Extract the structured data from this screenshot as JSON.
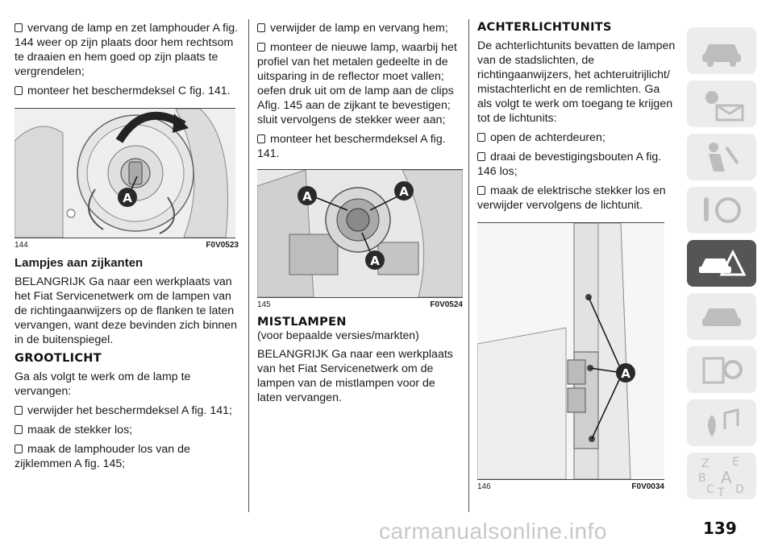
{
  "col1": {
    "p1": "vervang de lamp en zet lamphouder A fig. 144 weer op zijn plaats door hem rechtsom te draaien en hem goed op zijn plaats te vergrendelen;",
    "p2": "monteer het beschermdeksel C fig. 141.",
    "fig": {
      "num": "144",
      "code": "F0V0523",
      "label": "A"
    },
    "h_side": "Lampjes aan zijkanten",
    "p3": "BELANGRIJK Ga naar een werkplaats van het Fiat Servicenetwerk om de lampen van de richtingaanwijzers op de flanken te laten vervangen, want deze bevinden zich binnen in de buitenspiegel.",
    "h_high": "GROOTLICHT",
    "p4": "Ga als volgt te werk om de lamp te vervangen:",
    "b1": "verwijder het beschermdeksel A fig. 141;",
    "b2": "maak de stekker los;",
    "b3": "maak de lamphouder los van de zijklemmen A fig. 145;"
  },
  "col2": {
    "b1": "verwijder de lamp en vervang hem;",
    "b2": "monteer de nieuwe lamp, waarbij het profiel van het metalen gedeelte in de uitsparing in de reflector moet vallen; oefen druk uit om de lamp aan de clips Afig. 145 aan de zijkant te bevestigen; sluit vervolgens de stekker weer aan;",
    "b3": "monteer het beschermdeksel A fig. 141.",
    "fig": {
      "num": "145",
      "code": "F0V0524",
      "label_a": "A",
      "label_b": "A",
      "label_c": "A"
    },
    "h_fog": "MISTLAMPEN",
    "sub_fog": "(voor bepaalde versies/markten)",
    "p1": "BELANGRIJK Ga naar een werkplaats van het Fiat Servicenetwerk om de lampen van de mistlampen voor de laten vervangen."
  },
  "col3": {
    "h_rear": "ACHTERLICHTUNITS",
    "p1": "De achterlichtunits bevatten de lampen van de stadslichten, de richtingaanwijzers, het achteruitrijlicht/ mistachterlicht en de remlichten. Ga als volgt te werk om toegang te krijgen tot de lichtunits:",
    "b1": "open de achterdeuren;",
    "b2": "draai de bevestigingsbouten A fig. 146 los;",
    "b3": "maak de elektrische stekker los en verwijder vervolgens de lichtunit.",
    "fig": {
      "num": "146",
      "code": "F0V0034",
      "label": "A"
    }
  },
  "sidebar": {
    "icons": [
      "car-dashboard-icon",
      "light-warning-icon",
      "airbag-seat-icon",
      "key-steering-icon",
      "emergency-car-icon",
      "car-service-icon",
      "maintenance-gear-icon",
      "media-gps-icon",
      "alphabet-index-icon"
    ],
    "alpha": [
      "Z",
      "E",
      "B",
      "A",
      "C",
      "T",
      "D"
    ]
  },
  "footer": {
    "page": "139",
    "watermark": "carmanualsonline.info"
  }
}
